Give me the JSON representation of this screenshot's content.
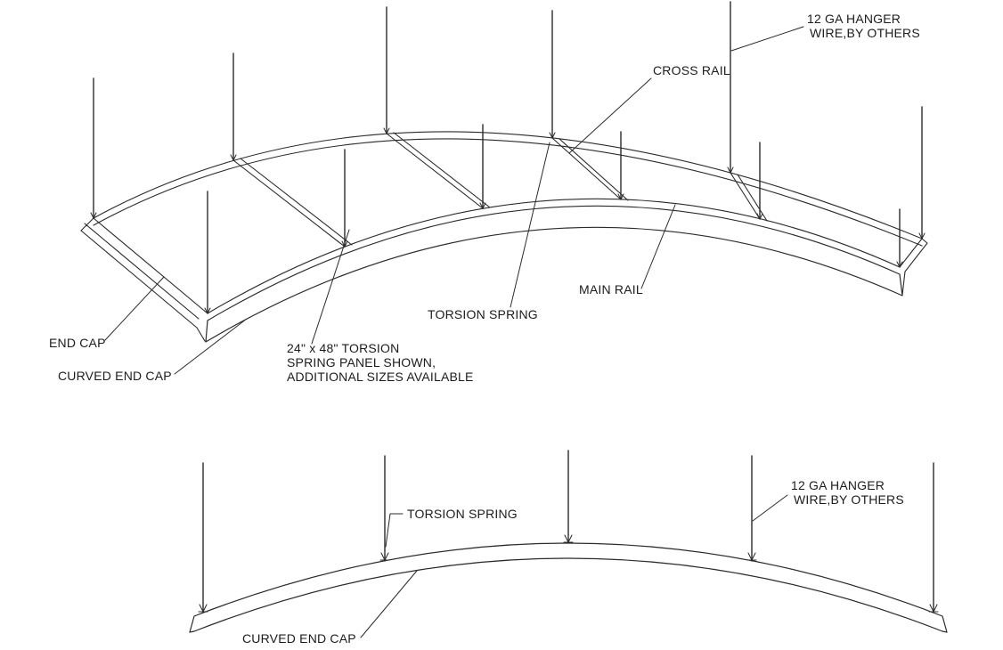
{
  "drawing": {
    "background": "#ffffff",
    "line_color": "#2b2b2b",
    "text_color": "#1c1c1c",
    "iso": {
      "hanger_wire_line1": "12 GA HANGER",
      "hanger_wire_line2": "WIRE,BY OTHERS",
      "cross_rail": "CROSS RAIL",
      "main_rail": "MAIN RAIL",
      "torsion_spring": "TORSION SPRING",
      "end_cap": "END CAP",
      "curved_end_cap": "CURVED END CAP",
      "note_line1": "24\" x 48\" TORSION",
      "note_line2": "SPRING PANEL SHOWN,",
      "note_line3": "ADDITIONAL SIZES AVAILABLE"
    },
    "elevation": {
      "hanger_wire_line1": "12 GA HANGER",
      "hanger_wire_line2": "WIRE,BY OTHERS",
      "torsion_spring": "TORSION SPRING",
      "curved_end_cap": "CURVED END CAP"
    }
  }
}
